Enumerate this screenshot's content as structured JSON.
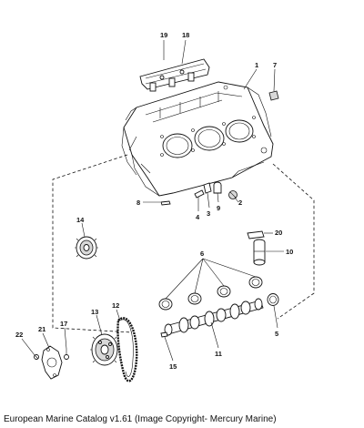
{
  "caption": "European Marine Catalog v1.61 (Image Copyright- Mercury Marine)",
  "callouts": [
    {
      "id": "label-1",
      "text": "1"
    },
    {
      "id": "label-2",
      "text": "2"
    },
    {
      "id": "label-3",
      "text": "3"
    },
    {
      "id": "label-4",
      "text": "4"
    },
    {
      "id": "label-5",
      "text": "5"
    },
    {
      "id": "label-6",
      "text": "6"
    },
    {
      "id": "label-7",
      "text": "7"
    },
    {
      "id": "label-8",
      "text": "8"
    },
    {
      "id": "label-9",
      "text": "9"
    },
    {
      "id": "label-10",
      "text": "10"
    },
    {
      "id": "label-11",
      "text": "11"
    },
    {
      "id": "label-12",
      "text": "12"
    },
    {
      "id": "label-13",
      "text": "13"
    },
    {
      "id": "label-14",
      "text": "14"
    },
    {
      "id": "label-15",
      "text": "15"
    },
    {
      "id": "label-17",
      "text": "17"
    },
    {
      "id": "label-18",
      "text": "18"
    },
    {
      "id": "label-19",
      "text": "19"
    },
    {
      "id": "label-20",
      "text": "20"
    },
    {
      "id": "label-21",
      "text": "21"
    },
    {
      "id": "label-22",
      "text": "22"
    }
  ]
}
